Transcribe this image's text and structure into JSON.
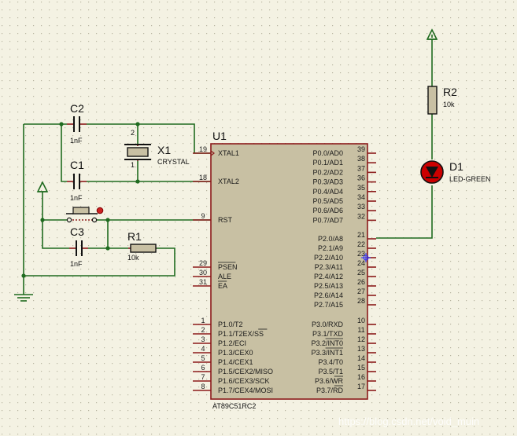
{
  "colors": {
    "background": "#f4f2e3",
    "grid_dot": "#b9b6a2",
    "wire": "#1f6b1f",
    "pin": "#8b1a1a",
    "ic_body": "#c8c0a3",
    "ic_border": "#8b1a1a",
    "text": "#111111",
    "led_fill": "#cc0000"
  },
  "icons": {
    "ground": "ground-icon",
    "power": "power-arrow-icon",
    "button": "push-button-icon",
    "led": "led-diode-icon",
    "cursor": "probe-cursor-icon"
  },
  "mcu": {
    "ref": "U1",
    "model": "AT89C51RC2",
    "left_pins": [
      {
        "num": "19",
        "label": "XTAL1"
      },
      {
        "num": "18",
        "label": "XTAL2"
      },
      {
        "num": "9",
        "label": "RST"
      },
      {
        "num": "29",
        "label": "PSEN"
      },
      {
        "num": "30",
        "label": "ALE"
      },
      {
        "num": "31",
        "label": "EA"
      },
      {
        "num": "1",
        "label": "P1.0/T2"
      },
      {
        "num": "2",
        "label": "P1.1/T2EX/SS"
      },
      {
        "num": "3",
        "label": "P1.2/ECI"
      },
      {
        "num": "4",
        "label": "P1.3/CEX0"
      },
      {
        "num": "5",
        "label": "P1.4/CEX1"
      },
      {
        "num": "6",
        "label": "P1.5/CEX2/MISO"
      },
      {
        "num": "7",
        "label": "P1.6/CEX3/SCK"
      },
      {
        "num": "8",
        "label": "P1.7/CEX4/MOSI"
      }
    ],
    "right_pins": [
      {
        "num": "39",
        "label": "P0.0/AD0"
      },
      {
        "num": "38",
        "label": "P0.1/AD1"
      },
      {
        "num": "37",
        "label": "P0.2/AD2"
      },
      {
        "num": "36",
        "label": "P0.3/AD3"
      },
      {
        "num": "35",
        "label": "P0.4/AD4"
      },
      {
        "num": "34",
        "label": "P0.5/AD5"
      },
      {
        "num": "33",
        "label": "P0.6/AD6"
      },
      {
        "num": "32",
        "label": "P0.7/AD7"
      },
      {
        "num": "21",
        "label": "P2.0/A8"
      },
      {
        "num": "22",
        "label": "P2.1/A9"
      },
      {
        "num": "23",
        "label": "P2.2/A10"
      },
      {
        "num": "24",
        "label": "P2.3/A11"
      },
      {
        "num": "25",
        "label": "P2.4/A12"
      },
      {
        "num": "26",
        "label": "P2.5/A13"
      },
      {
        "num": "27",
        "label": "P2.6/A14"
      },
      {
        "num": "28",
        "label": "P2.7/A15"
      },
      {
        "num": "10",
        "label": "P3.0/RXD"
      },
      {
        "num": "11",
        "label": "P3.1/TXD"
      },
      {
        "num": "12",
        "label": "P3.2/INT0"
      },
      {
        "num": "13",
        "label": "P3.3/INT1"
      },
      {
        "num": "14",
        "label": "P3.4/T0"
      },
      {
        "num": "15",
        "label": "P3.5/T1"
      },
      {
        "num": "16",
        "label": "P3.6/WR"
      },
      {
        "num": "17",
        "label": "P3.7/RD"
      }
    ]
  },
  "components": {
    "c2": {
      "ref": "C2",
      "value": "1nF"
    },
    "c1": {
      "ref": "C1",
      "value": "1nF"
    },
    "c3": {
      "ref": "C3",
      "value": "1nF"
    },
    "x1": {
      "ref": "X1",
      "value": "CRYSTAL"
    },
    "r1": {
      "ref": "R1",
      "value": "10k"
    },
    "r2": {
      "ref": "R2",
      "value": "10k"
    },
    "d1": {
      "ref": "D1",
      "value": "LED-GREEN"
    }
  },
  "watermark": "https://blog.csdn.net/void_muin"
}
